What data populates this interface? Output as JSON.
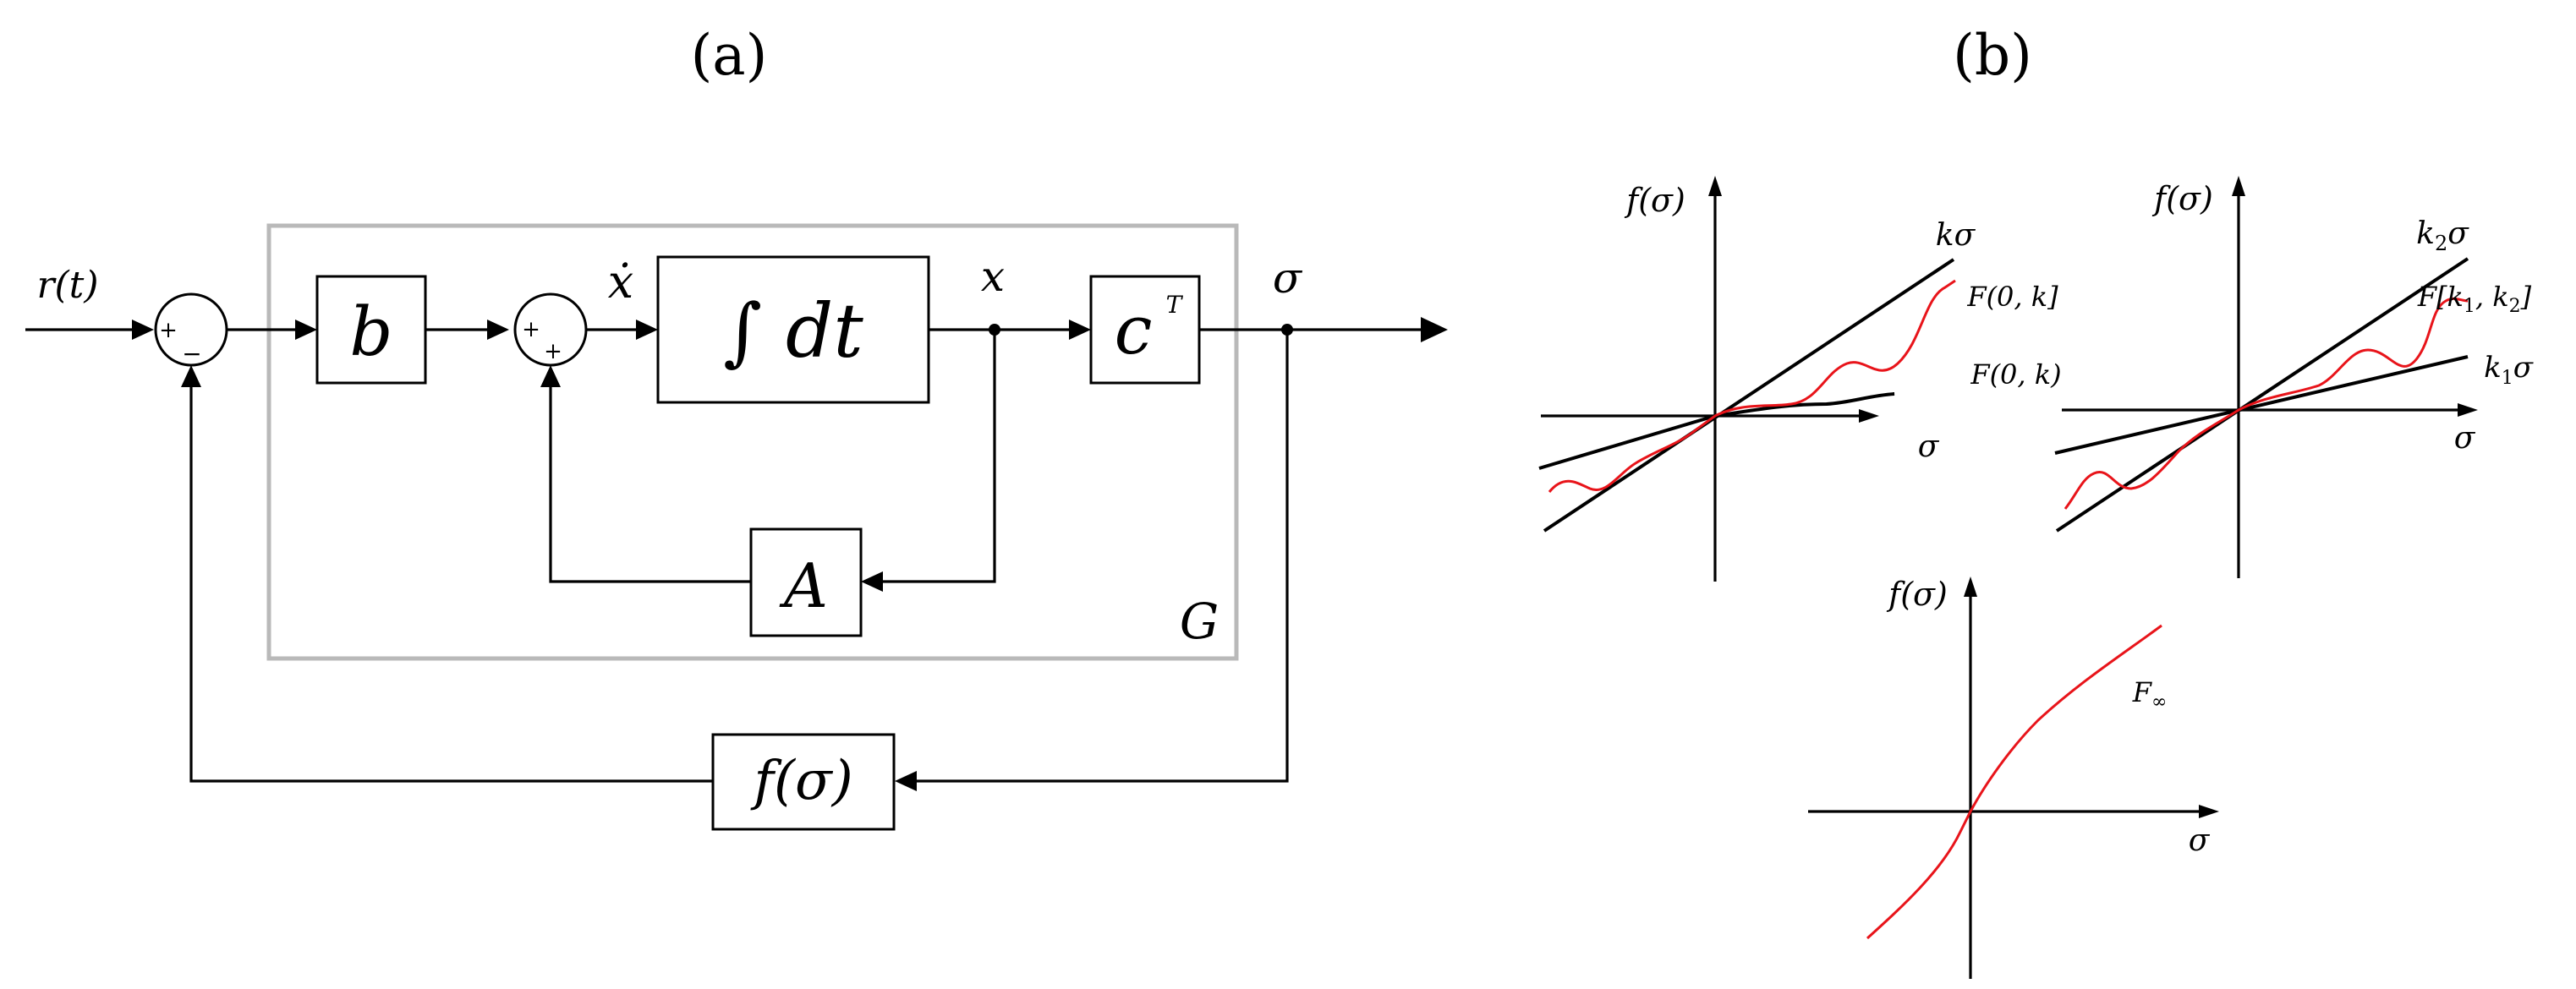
{
  "panel_a": {
    "caption": "(a)",
    "signals": {
      "input": "r(t)",
      "xdot": "ẋ",
      "x": "x",
      "sigma": "σ"
    },
    "blocks": {
      "b": "b",
      "integrator": "∫ dt",
      "c": "c",
      "c_sup": "T",
      "A": "A",
      "f": "f(σ)"
    },
    "group_label": "G",
    "sum1_signs": {
      "top": "+",
      "bottom": "−"
    },
    "sum2_signs": {
      "left": "+",
      "bottom": "+"
    }
  },
  "panel_b": {
    "caption": "(b)",
    "plot1": {
      "ylabel": "f(σ)",
      "xlabel": "σ",
      "line_label": "kσ",
      "curve1_label": "F(0, k]",
      "curve2_label": "F(0, k)"
    },
    "plot2": {
      "ylabel": "f(σ)",
      "xlabel": "σ",
      "upper_label": "k",
      "upper_sub": "2",
      "upper_var": "σ",
      "curve_label": "F[k",
      "curve_label_sub1": "1",
      "curve_label_mid": ", k",
      "curve_label_sub2": "2",
      "curve_label_end": "]",
      "lower_label": "k",
      "lower_sub": "1",
      "lower_var": "σ"
    },
    "plot3": {
      "ylabel": "f(σ)",
      "xlabel": "σ",
      "curve_label": "F",
      "curve_sub": "∞"
    }
  },
  "colors": {
    "curve": "#e8141a",
    "group_box": "#b9b9b9",
    "line": "#000000"
  }
}
